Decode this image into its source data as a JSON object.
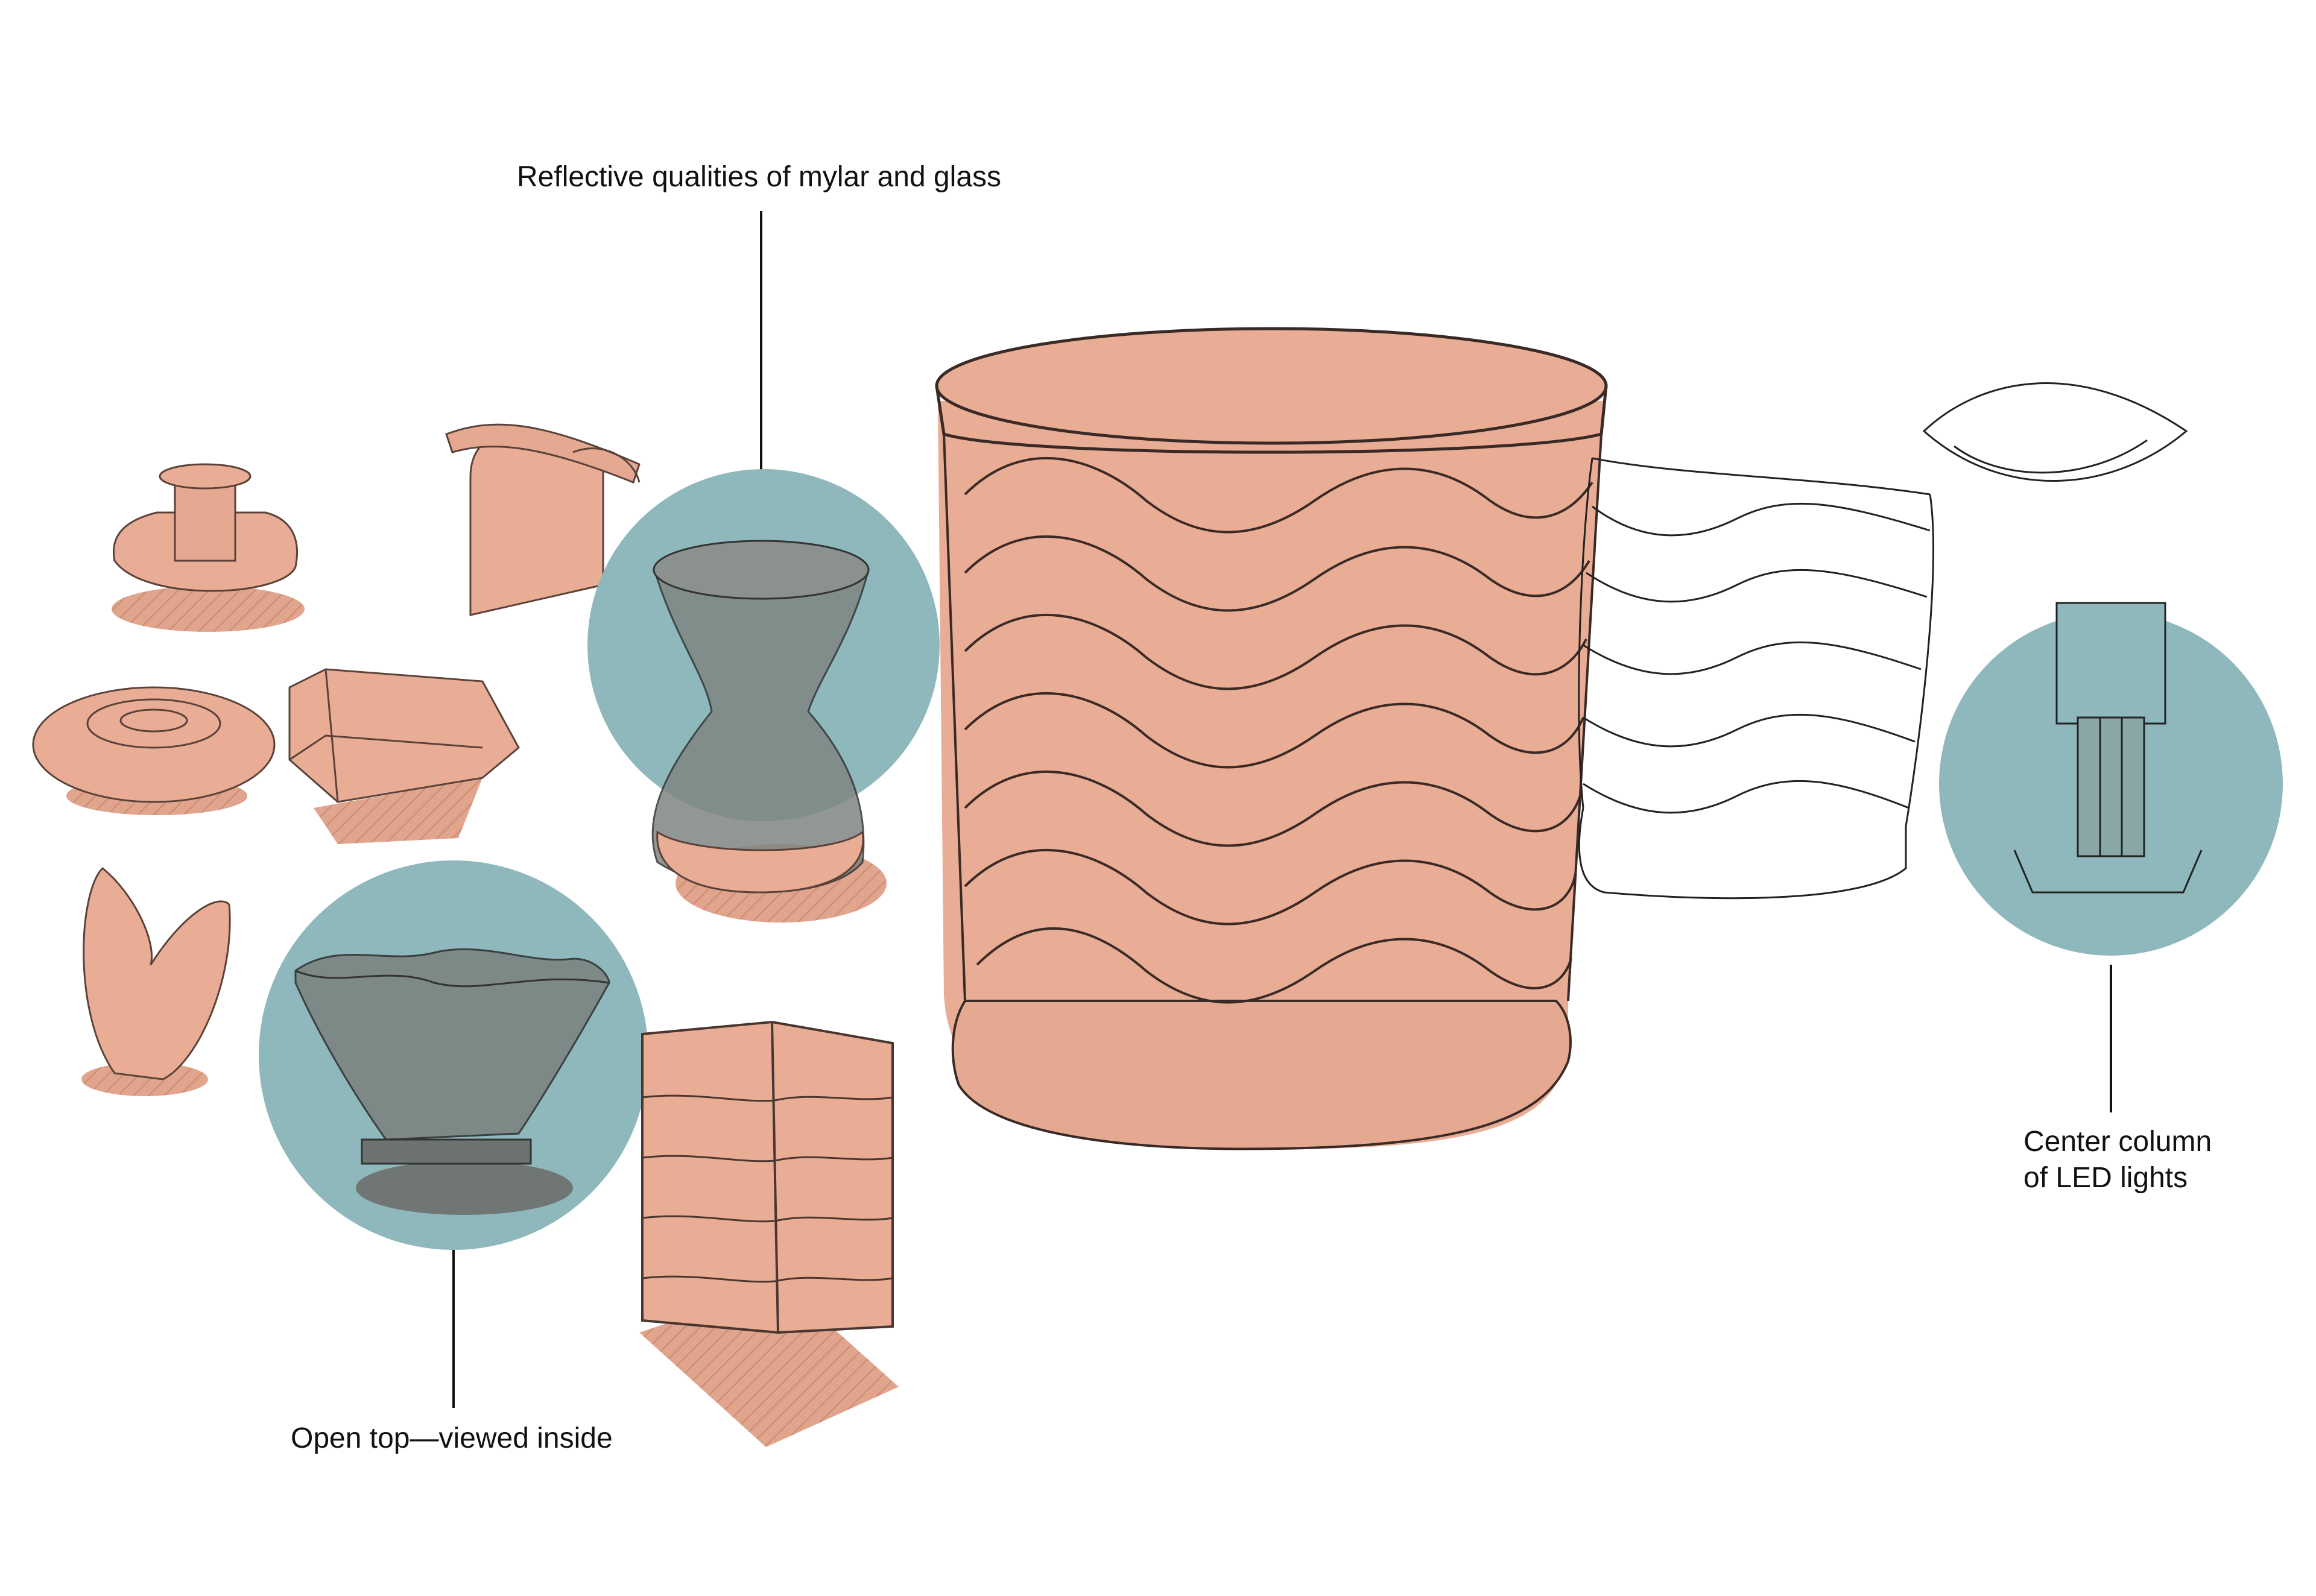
{
  "labels": {
    "reflective": "Reflective qualities of mylar and glass",
    "open_top": "Open top—viewed inside",
    "center_line1": "Center column",
    "center_line2": "of LED lights"
  },
  "colors": {
    "paper": "#e8ad94",
    "paper_shade": "#d99a81",
    "line": "#3a2a26",
    "teal_circle": "#8fb8bc",
    "white": "#ffffff"
  }
}
